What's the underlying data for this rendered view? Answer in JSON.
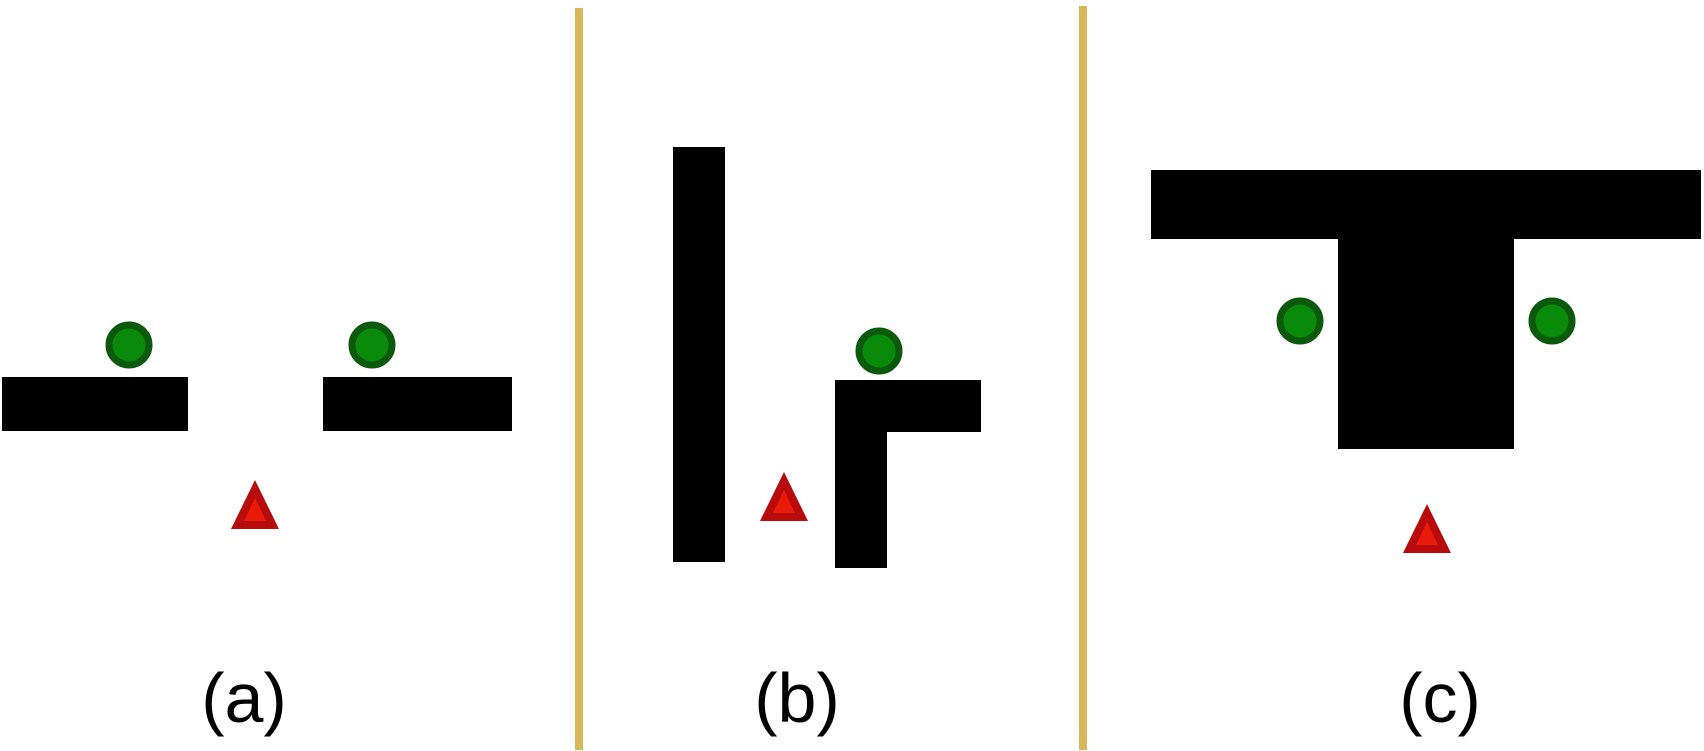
{
  "colors": {
    "background": "#ffffff",
    "obstacle": "#000000",
    "divider": "#d9b85a",
    "goal_fill": "#0a8a0a",
    "goal_stroke": "#0b5a0b",
    "agent_fill": "#e81a0a",
    "agent_stroke": "#b80c0c"
  },
  "panels": [
    {
      "id": "a",
      "caption": "(a)"
    },
    {
      "id": "b",
      "caption": "(b)"
    },
    {
      "id": "c",
      "caption": "(c)"
    }
  ],
  "legend_marks": {
    "goal": "green-circle",
    "agent": "red-triangle",
    "obstacle": "black-block"
  }
}
